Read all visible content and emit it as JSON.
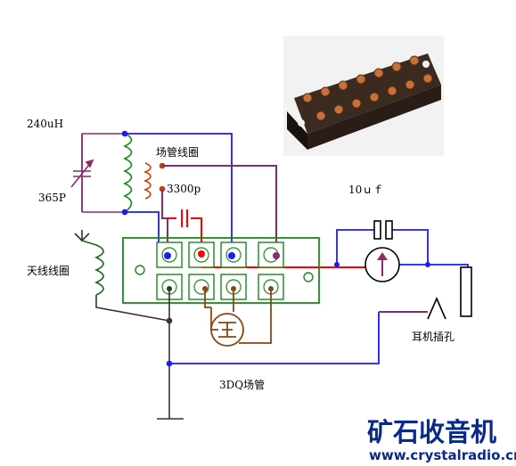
{
  "labels": {
    "inductance": "240uH",
    "fet_coil": "场管线圈",
    "capacitor_3300": "3300p",
    "variable_cap": "365P",
    "cap_10uf": "10ｕｆ",
    "antenna_coil": "天线线圈",
    "earphone_jack": "耳机插孔",
    "transistor": "3DQ场管"
  },
  "watermark": {
    "title": "矿石收音机",
    "url": "www.crystalradio.cn"
  },
  "colors": {
    "blue": "#1a1aff",
    "purple": "#8b2a6e",
    "red": "#ff0000",
    "green": "#1a8a1a",
    "dark": "#4a3000",
    "brand": "#0a2a8a"
  }
}
